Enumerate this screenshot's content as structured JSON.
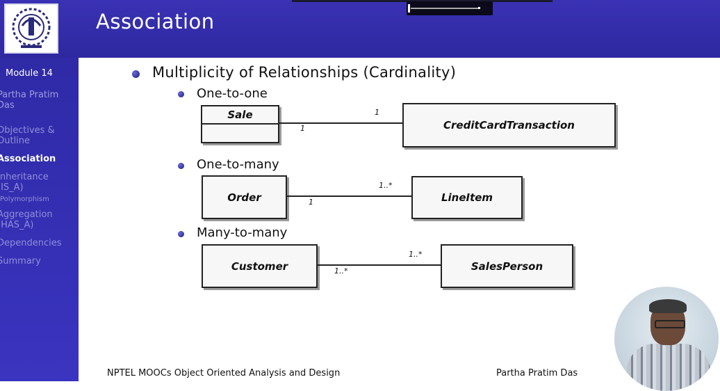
{
  "slide": {
    "title": "Association",
    "heading": "Multiplicity of Relationships (Cardinality)"
  },
  "sidebar": {
    "module": "Module 14",
    "author": "Partha Pratim\nDas",
    "items": [
      {
        "label": "Objectives &\nOutline"
      },
      {
        "label": "Association"
      },
      {
        "label": "Inheritance\n(IS_A)"
      },
      {
        "label": "Polymorphism"
      },
      {
        "label": "Aggregation\n(HAS_A)"
      },
      {
        "label": "Dependencies"
      },
      {
        "label": "Summary"
      }
    ]
  },
  "sections": [
    {
      "label": "One-to-one",
      "left_class": "Sale",
      "right_class": "CreditCardTransaction",
      "left_mult": "1",
      "right_mult": "1"
    },
    {
      "label": "One-to-many",
      "left_class": "Order",
      "right_class": "LineItem",
      "left_mult": "1",
      "right_mult": "1..*"
    },
    {
      "label": "Many-to-many",
      "left_class": "Customer",
      "right_class": "SalesPerson",
      "left_mult": "1..*",
      "right_mult": "1..*"
    }
  ],
  "footer": {
    "left": "NPTEL MOOCs Object Oriented Analysis and Design",
    "right": "Partha Pratim Das"
  },
  "colors": {
    "header_blue": "#3a32b4",
    "sidebar_blue": "#2f2aa6",
    "sidebar_text": "#8f8fd8"
  }
}
